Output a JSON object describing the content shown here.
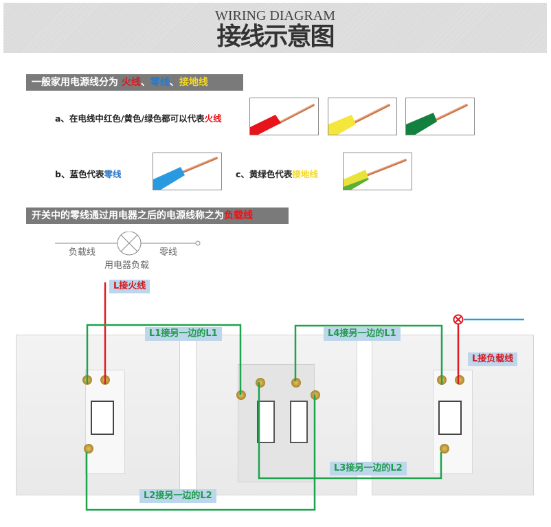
{
  "header": {
    "title_en": "WIRING DIAGRAM",
    "title_zh": "接线示意图"
  },
  "section1": {
    "prefix": "一般家用电源线分为 ",
    "live": "火线",
    "sep1": "、",
    "neutral": "零线",
    "sep2": "、",
    "ground": "接地线"
  },
  "item_a": {
    "prefix": "a、在电线中红色/黄色/绿色都可以代表",
    "highlight": "火线",
    "wires": [
      {
        "name": "red-wire",
        "color": "#e8141b"
      },
      {
        "name": "yellow-wire",
        "color": "#f4e63a"
      },
      {
        "name": "green-wire",
        "color": "#13803f"
      }
    ]
  },
  "item_b": {
    "prefix": "b、蓝色代表",
    "highlight": "零线",
    "wire": {
      "name": "blue-wire",
      "color": "#2a9ae0"
    }
  },
  "item_c": {
    "prefix": "c、黄绿色代表",
    "highlight": "接地线",
    "wire": {
      "name": "yellow-green-wire",
      "color": "#e9e23a",
      "stripe": "#5aae3a"
    }
  },
  "section2": {
    "prefix": "开关中的零线通过用电器之后的电源线称之为",
    "highlight": "负载线"
  },
  "schematic": {
    "left_label": "负载线",
    "right_label": "零线",
    "bottom_label": "用电器负载"
  },
  "diagram": {
    "colors": {
      "live": "#e01a22",
      "link": "#1ea24d",
      "neutral": "#2a9ae0",
      "tag_bg": "#bcd6ec"
    },
    "tags": {
      "l_live": "L接火线",
      "l1_left": "L1接另一边的L1",
      "l4": "L4接另一边的L1",
      "l_load": "L接负载线",
      "l3": "L3接另一边的L2",
      "l2": "L2接另一边的L2"
    }
  }
}
